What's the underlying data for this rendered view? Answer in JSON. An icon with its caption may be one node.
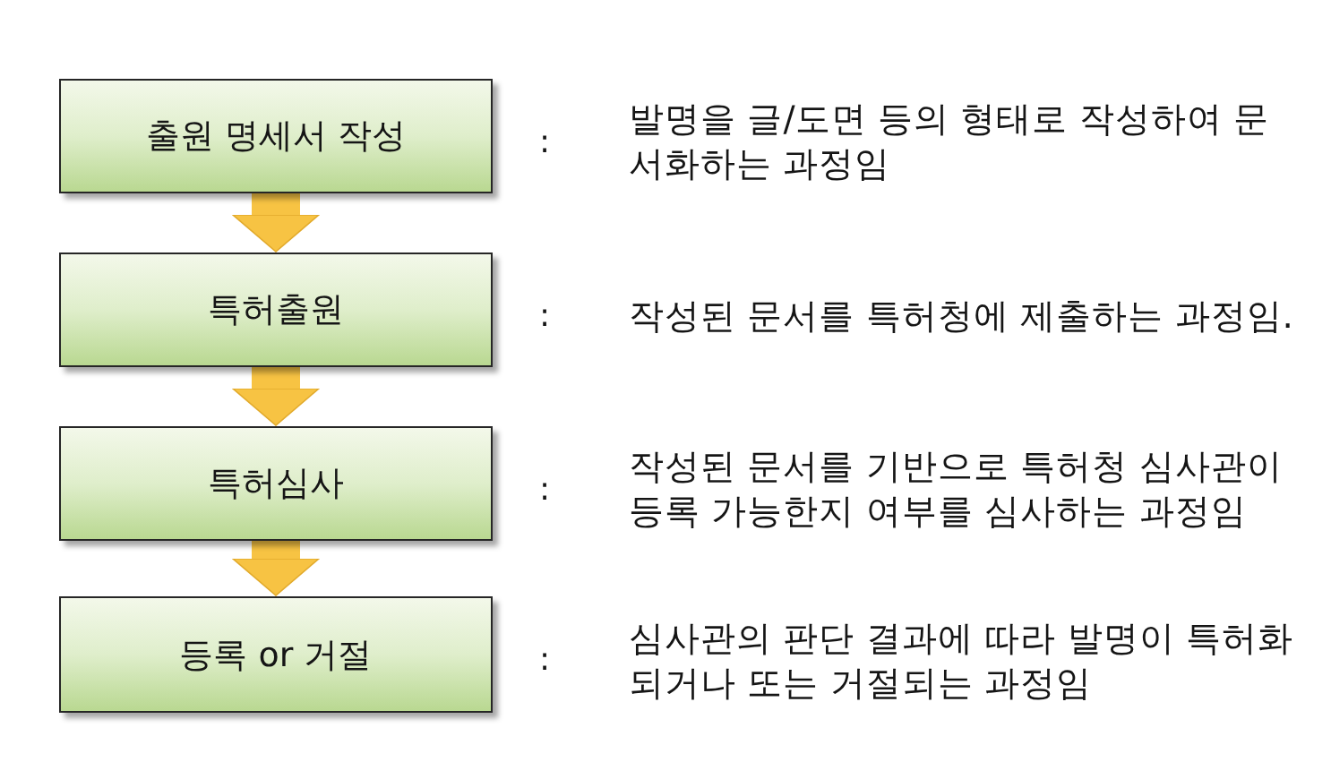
{
  "diagram": {
    "nodes": [
      {
        "text": [
          "출원 명세서 작성"
        ],
        "beside": [
          ":",
          "발명을 글/도면 등의 형태로 작성하여 문서화하는 과정임"
        ]
      },
      {
        "text": [
          "특허출원"
        ],
        "beside": [
          ":",
          "작성된 문서를 특허청에 제출하는 과정임."
        ]
      },
      {
        "text": [
          "특허심사"
        ],
        "beside": [
          ":",
          "작성된 문서를 기반으로 특허청 심사관이 등록 가능한지 여부를 심사하는 과정임"
        ]
      },
      {
        "text": [
          "등록 or 거절"
        ],
        "beside": [
          ":",
          "심사관의 판단 결과에 따라 발명이 특허화 되거나 또는 거절되는 과정임"
        ]
      }
    ],
    "edges": [
      {
        "from": 0,
        "to": 1,
        "arrow": "to"
      },
      {
        "from": 1,
        "to": 2,
        "arrow": "to"
      },
      {
        "from": 2,
        "to": 3,
        "arrow": "to"
      }
    ]
  }
}
